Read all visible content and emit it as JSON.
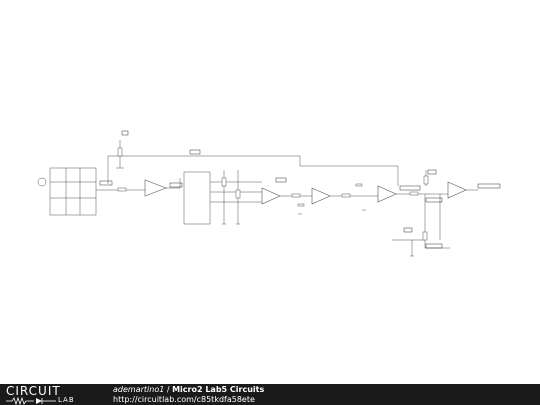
{
  "diagram": {
    "title": "Micro2 Lab5 Circuits"
  },
  "footer": {
    "logo_top": "CIRCUIT",
    "logo_bottom": "LAB",
    "author": "ademartino1",
    "separator": " / ",
    "title": "Micro2 Lab5 Circuits",
    "url": "http://circuitlab.com/c85tkdfa58ete"
  },
  "colors": {
    "wire": "#555555",
    "label_box": "#333333",
    "footer_bg": "#1a1a1a",
    "footer_text": "#ffffff"
  }
}
